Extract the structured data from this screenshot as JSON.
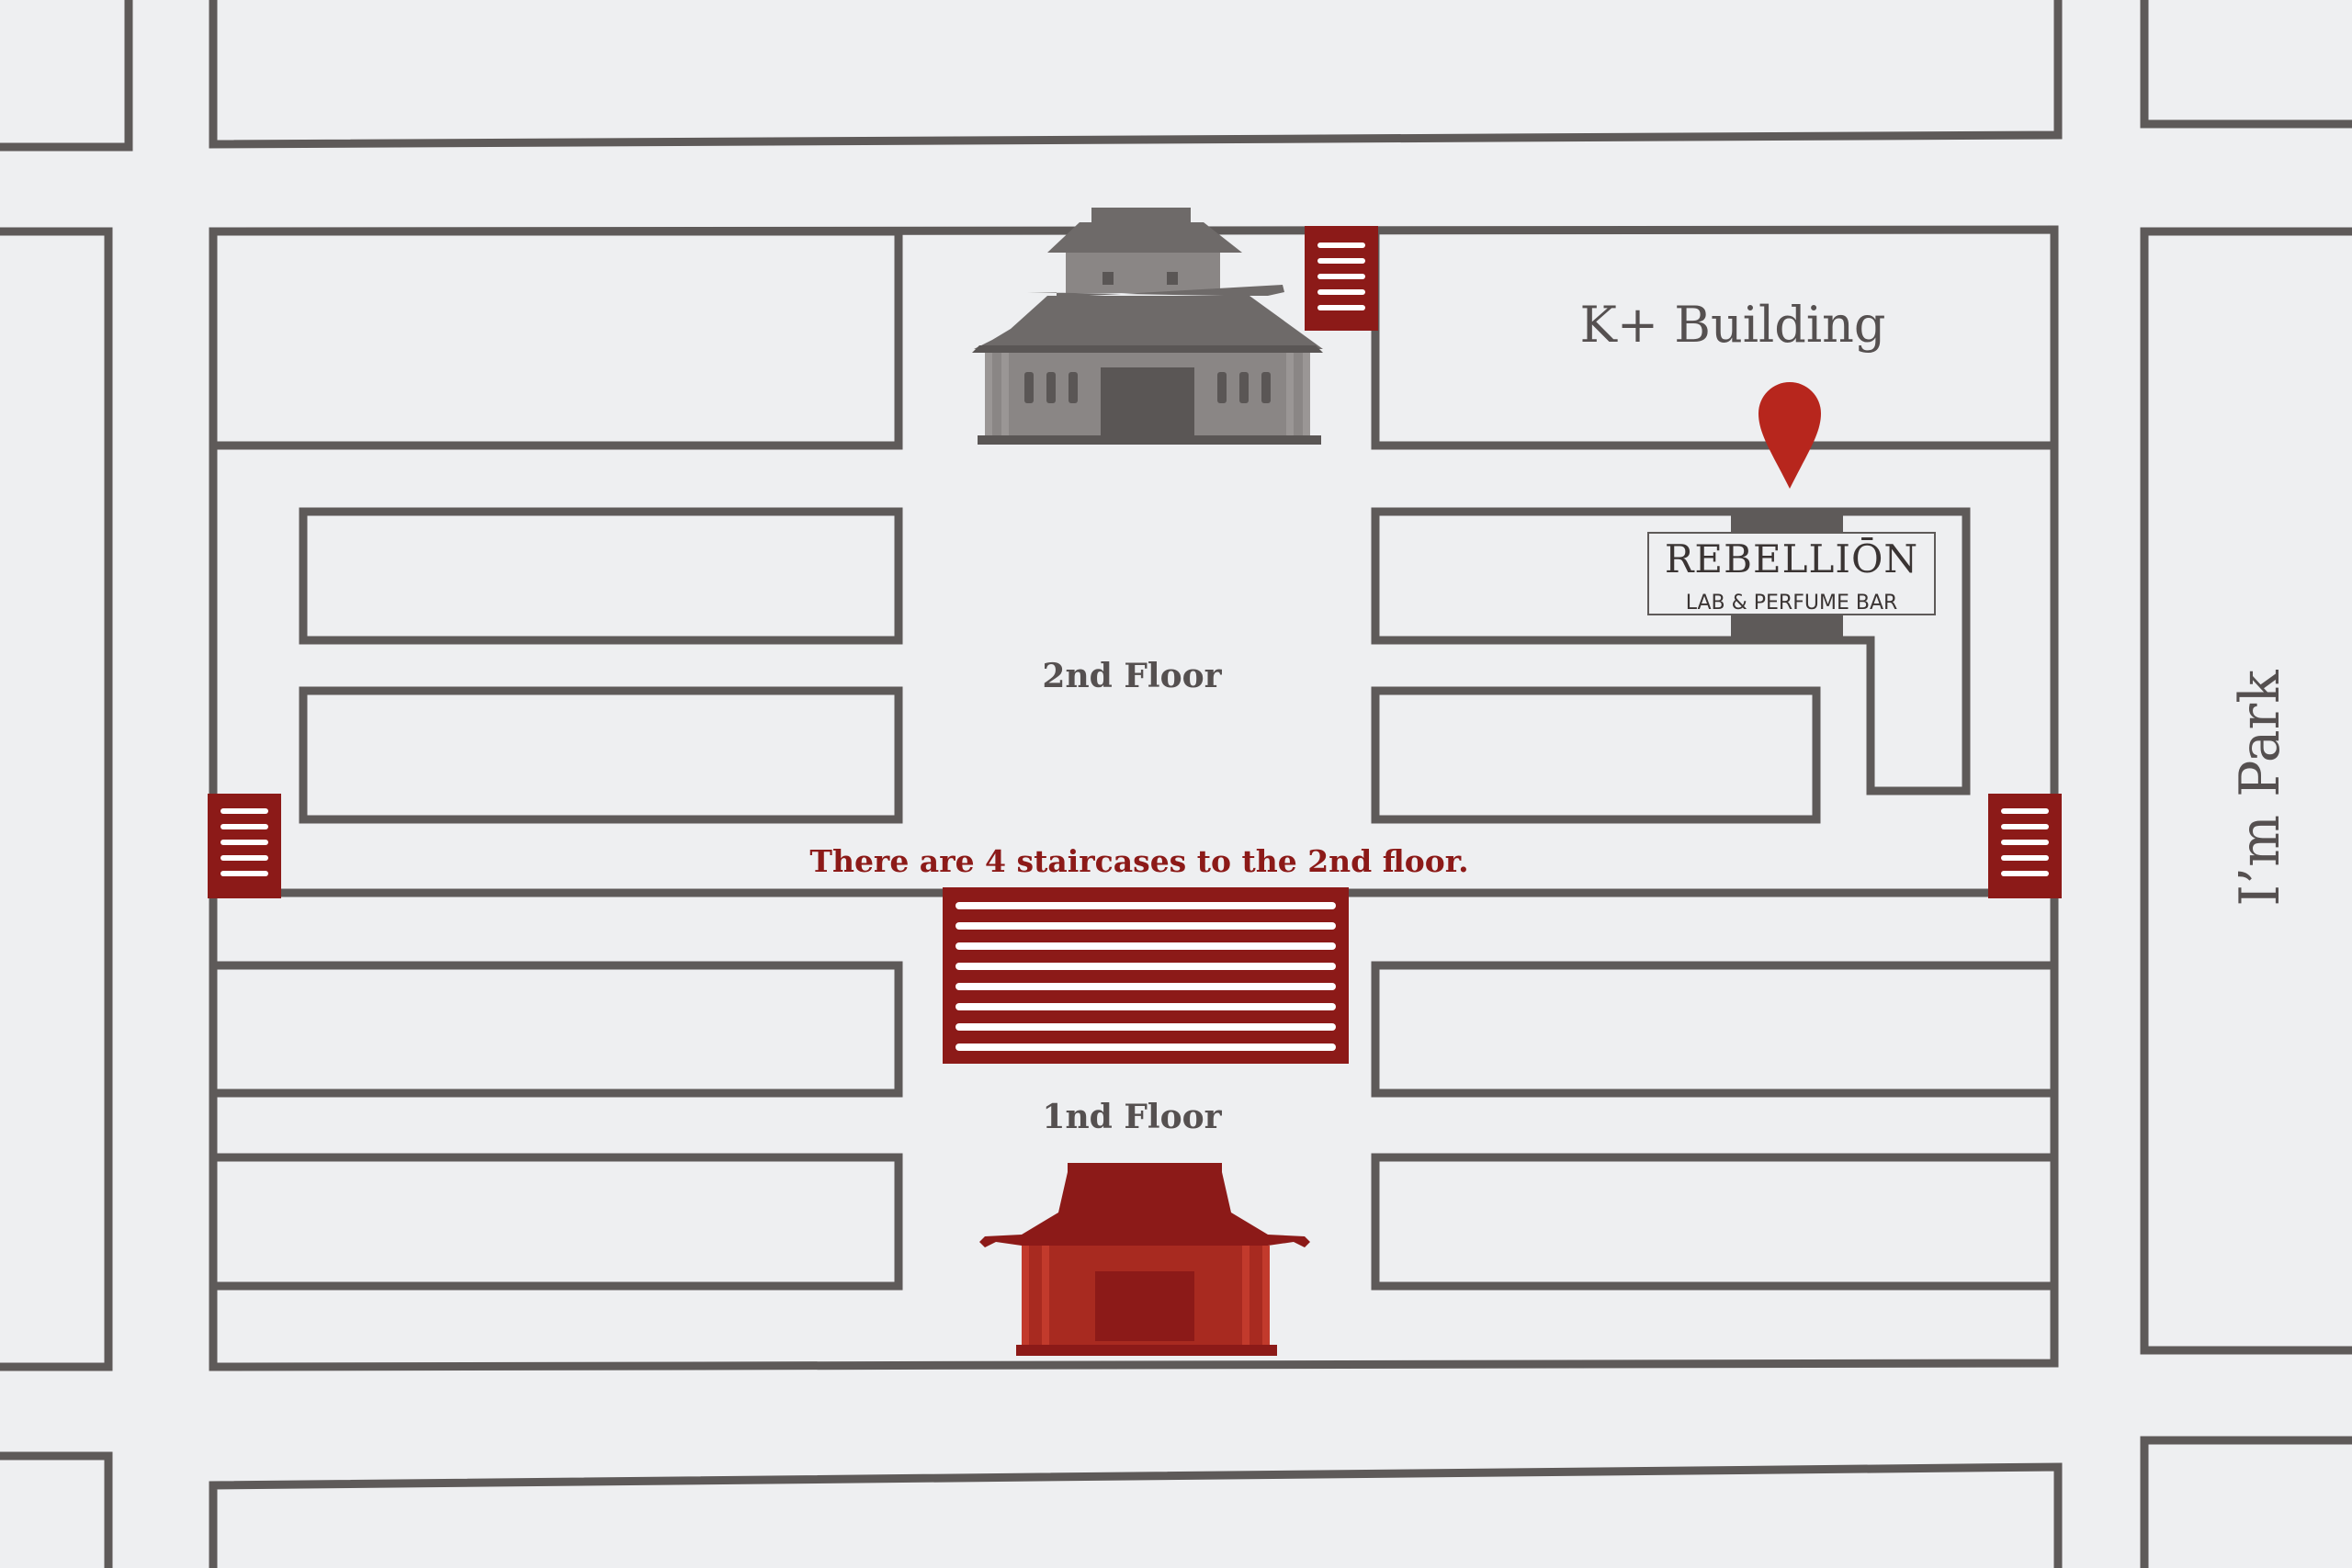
{
  "labels": {
    "building": "K+ Building",
    "second_floor": "2nd Floor",
    "first_floor": "1nd Floor",
    "staircase_note": "There are 4 staircases to the 2nd floor.",
    "park": "I’m Park"
  },
  "shop": {
    "name": "REBELLIŌN",
    "subtitle": "LAB & PERFUME BAR"
  },
  "colors": {
    "background": "#eeeff1",
    "lines": "#5e5a59",
    "accent_red": "#8c1a18",
    "pin_red": "#b7261d",
    "temple_gray": "#6e6a69",
    "temple_red": "#a82a20"
  },
  "icons": {
    "pin": "location-pin-icon",
    "gray_temple": "gray-temple-icon",
    "red_temple": "red-temple-icon",
    "staircase": "staircase-icon"
  }
}
